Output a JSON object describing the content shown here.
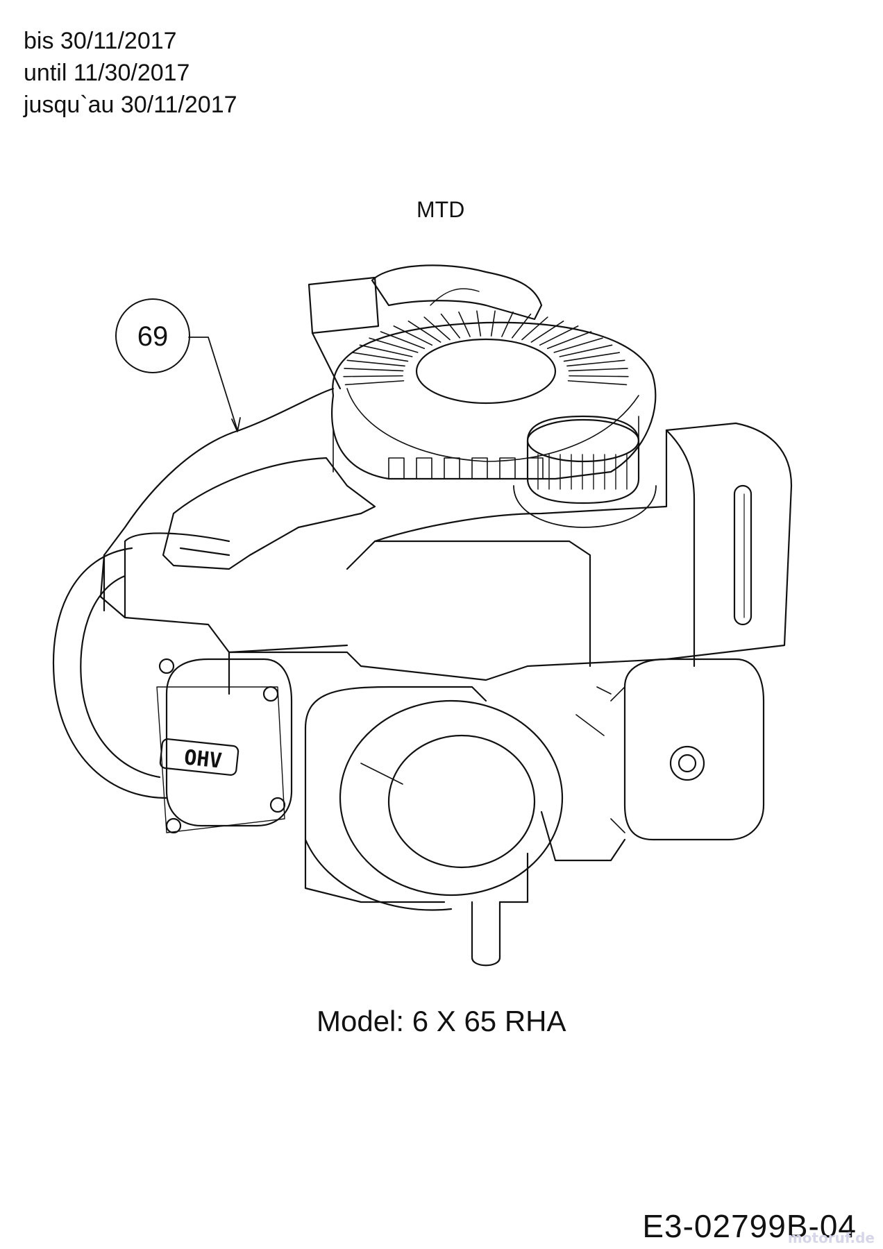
{
  "validity_lines": [
    "bis 30/11/2017",
    "until 11/30/2017",
    "jusqu`au 30/11/2017"
  ],
  "brand": "MTD",
  "callout": {
    "number": "69"
  },
  "engine_badge": "OHV",
  "model_label": "Model: 6 X 65 RHA",
  "drawing_code": "E3-02799B-04",
  "watermark": "motoruf.de"
}
